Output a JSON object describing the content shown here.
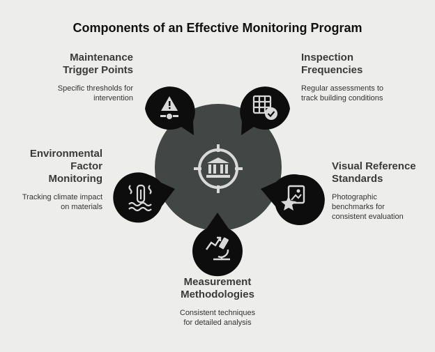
{
  "title": "Components of an Effective Monitoring Program",
  "colors": {
    "background": "#ededeb",
    "hub": "#424745",
    "node": "#0d0d0d",
    "icon": "#d9d9d9"
  },
  "hub": {
    "icon": "institution-target-icon"
  },
  "components": [
    {
      "heading_lines": [
        "Maintenance",
        "Trigger Points"
      ],
      "description_lines": [
        "Specific thresholds for",
        "intervention"
      ],
      "icon": "warning-signal-icon"
    },
    {
      "heading_lines": [
        "Inspection",
        "Frequencies"
      ],
      "description_lines": [
        "Regular assessments to",
        "track building conditions"
      ],
      "icon": "calendar-check-icon"
    },
    {
      "heading_lines": [
        "Visual Reference",
        "Standards"
      ],
      "description_lines": [
        "Photographic",
        "benchmarks for",
        "consistent evaluation"
      ],
      "icon": "star-image-icon"
    },
    {
      "heading_lines": [
        "Measurement",
        "Methodologies"
      ],
      "description_lines": [
        "Consistent techniques",
        "for detailed analysis"
      ],
      "icon": "microscope-icon"
    },
    {
      "heading_lines": [
        "Environmental",
        "Factor",
        "Monitoring"
      ],
      "description_lines": [
        "Tracking climate impact",
        "on materials"
      ],
      "icon": "heat-waves-icon"
    }
  ]
}
